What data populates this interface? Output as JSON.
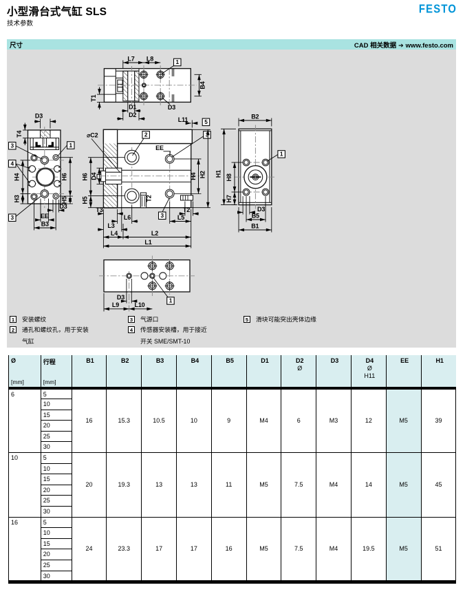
{
  "header": {
    "title": "小型滑台式气缸 SLS",
    "subtitle": "技术参数",
    "brand": "FESTO"
  },
  "section_bar": {
    "left": "尺寸",
    "cad_label": "CAD 相关数据",
    "arrow": "➔",
    "cad_site": "www.festo.com"
  },
  "colors": {
    "accent_bar": "#a9e3e1",
    "table_header": "#d9eef0",
    "panel": "#dcdcdc",
    "brand_blue": "#0098db"
  },
  "drawing": {
    "labels": {
      "l1": "L1",
      "l2": "L2",
      "l3": "L3",
      "l4": "L4",
      "l5": "L5",
      "l6": "L6",
      "l7": "L7",
      "l8": "L8",
      "l9": "L9",
      "l10": "L10",
      "l11": "L11",
      "b1": "B1",
      "b2": "B2",
      "b3": "B3",
      "b4": "B4",
      "b5": "B5",
      "d1": "D1",
      "d2": "D2",
      "d3": "D3",
      "d4": "D4",
      "t1": "T1",
      "t2": "T2",
      "t3": "T3",
      "t4": "T4",
      "h1": "H1",
      "h2": "H2",
      "h3": "H3",
      "h4": "H4",
      "h5": "H5",
      "h6": "H6",
      "h7": "H7",
      "h8": "H8",
      "ee": "EE",
      "c2": "⌀C2"
    },
    "callouts": {
      "n1": "1",
      "n2": "2",
      "n3": "3",
      "n4": "4",
      "n5": "5"
    }
  },
  "legend": {
    "items": [
      {
        "num": "1",
        "lines": [
          "安装螺纹"
        ]
      },
      {
        "num": "2",
        "lines": [
          "通孔和螺纹孔，用于安装",
          "气缸"
        ]
      },
      {
        "num": "3",
        "lines": [
          "气源口"
        ]
      },
      {
        "num": "4",
        "lines": [
          "传感器安装槽，用于接近",
          "开关 SME/SMT-10"
        ]
      },
      {
        "num": "5",
        "lines": [
          "滑块可能突出壳体边缘"
        ]
      }
    ]
  },
  "table": {
    "columns": [
      {
        "label": "Ø",
        "unit": "[mm]"
      },
      {
        "label": "行程",
        "unit": "[mm]"
      },
      {
        "label": "B1"
      },
      {
        "label": "B2"
      },
      {
        "label": "B3"
      },
      {
        "label": "B4"
      },
      {
        "label": "B5"
      },
      {
        "label": "D1"
      },
      {
        "label": "D2",
        "sub": "Ø"
      },
      {
        "label": "D3"
      },
      {
        "label": "D4",
        "sub": "Ø",
        "sub2": "H11"
      },
      {
        "label": "EE"
      },
      {
        "label": "H1"
      }
    ],
    "groups": [
      {
        "diameter": "6",
        "strokes": [
          "5",
          "10",
          "15",
          "20",
          "25",
          "30"
        ],
        "values": [
          "16",
          "15.3",
          "10.5",
          "10",
          "9",
          "M4",
          "6",
          "M3",
          "12",
          "M5",
          "39"
        ]
      },
      {
        "diameter": "10",
        "strokes": [
          "5",
          "10",
          "15",
          "20",
          "25",
          "30"
        ],
        "values": [
          "20",
          "19.3",
          "13",
          "13",
          "11",
          "M5",
          "7.5",
          "M4",
          "14",
          "M5",
          "45"
        ]
      },
      {
        "diameter": "16",
        "strokes": [
          "5",
          "10",
          "15",
          "20",
          "25",
          "30"
        ],
        "values": [
          "24",
          "23.3",
          "17",
          "17",
          "16",
          "M5",
          "7.5",
          "M4",
          "19.5",
          "M5",
          "51"
        ]
      }
    ]
  }
}
